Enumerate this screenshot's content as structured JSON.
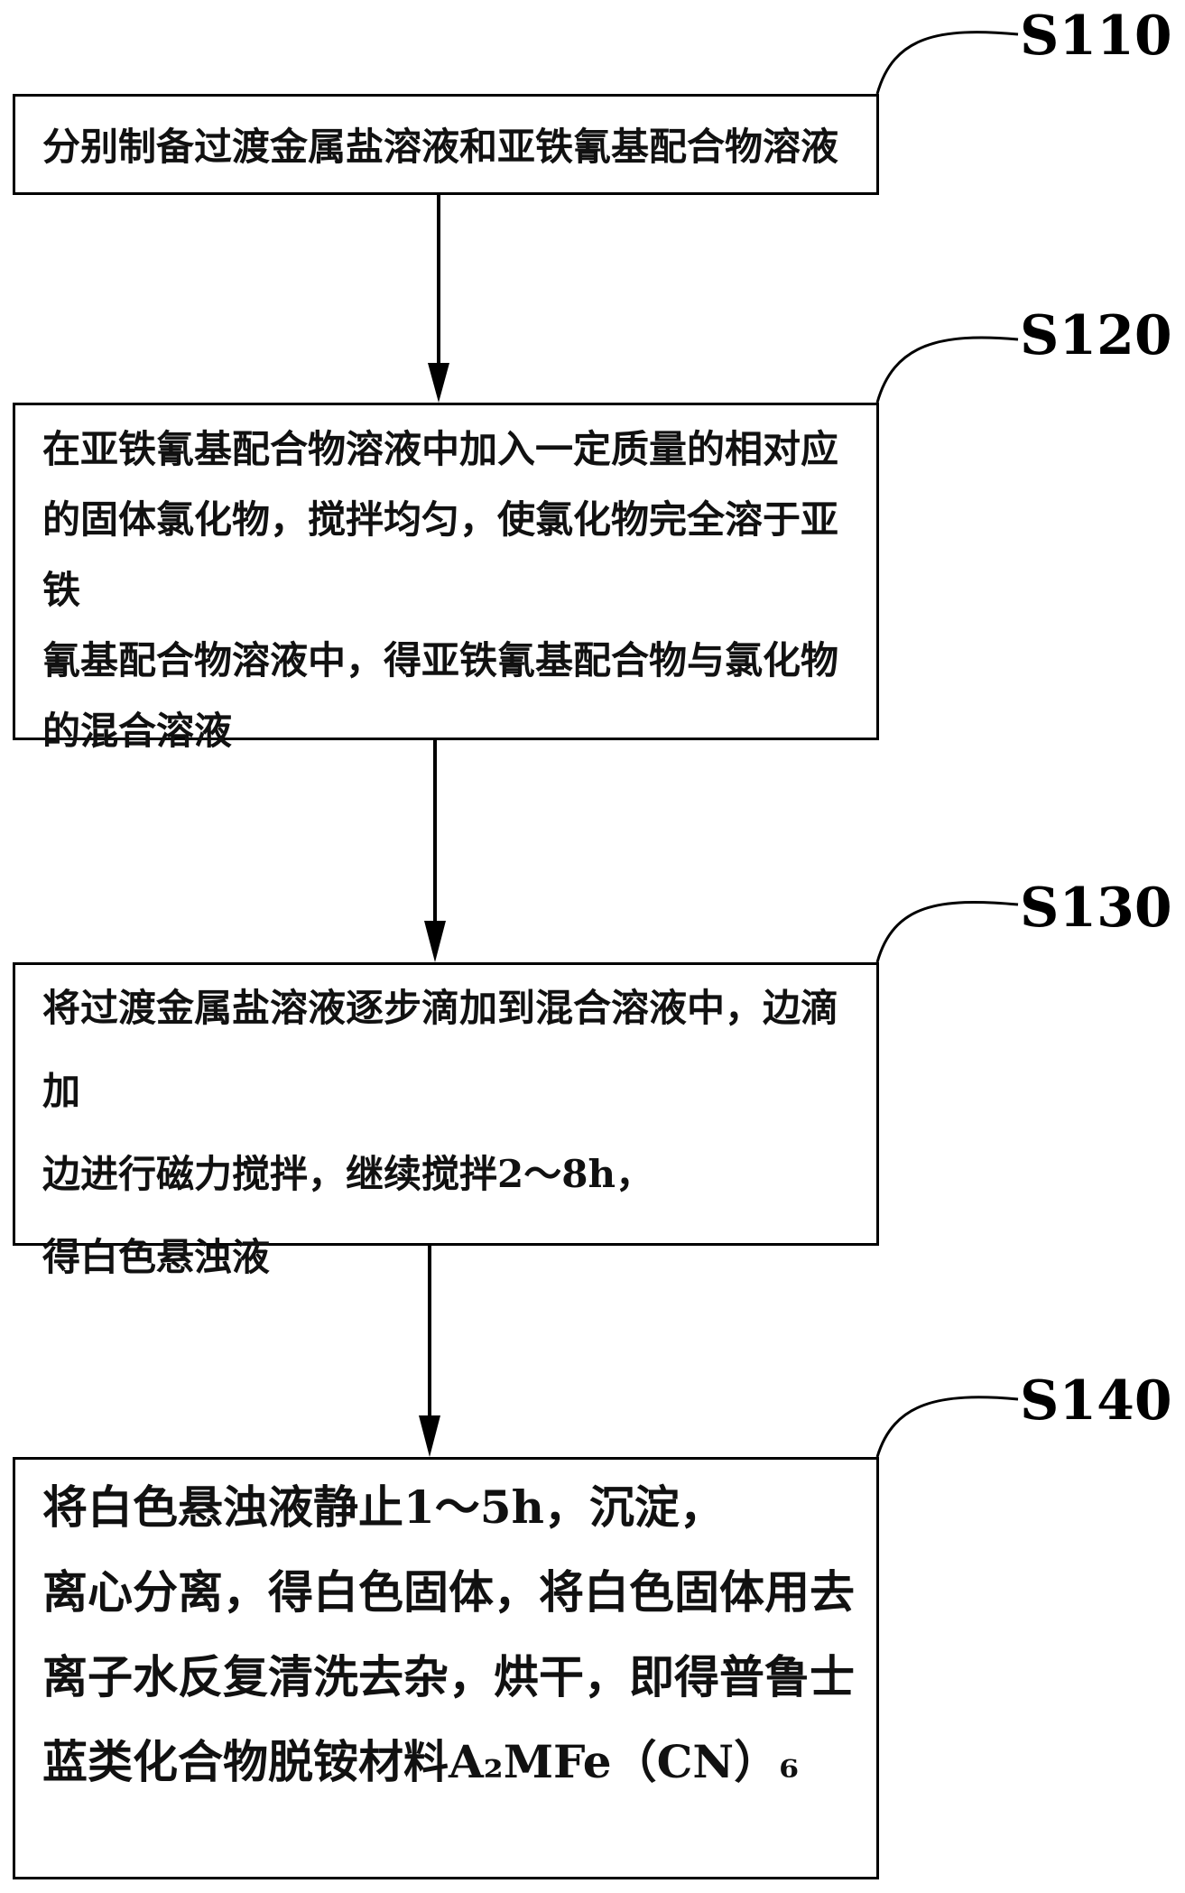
{
  "steps": [
    {
      "label": "S110",
      "text": "分别制备过渡金属盐溶液和亚铁氰基配合物溶液"
    },
    {
      "label": "S120",
      "lines": [
        "在亚铁氰基配合物溶液中加入一定质量的相对应",
        "的固体氯化物，搅拌均匀，使氯化物完全溶于亚铁",
        "氰基配合物溶液中，得亚铁氰基配合物与氯化物",
        "的混合溶液"
      ]
    },
    {
      "label": "S130",
      "lines": [
        "将过渡金属盐溶液逐步滴加到混合溶液中，边滴加",
        "边进行磁力搅拌，继续搅拌2～8h，",
        "得白色悬浊液"
      ]
    },
    {
      "label": "S140",
      "lines": [
        "将白色悬浊液静止1～5h，沉淀，",
        "离心分离，得白色固体，将白色固体用去",
        "离子水反复清洗去杂，烘干，即得普鲁士",
        "蓝类化合物脱铵材料A₂MFe（CN）₆"
      ]
    }
  ]
}
